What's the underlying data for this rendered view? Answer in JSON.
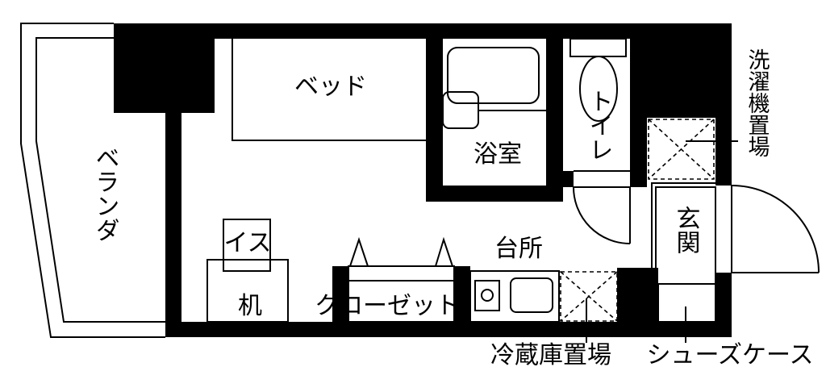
{
  "title": "Floor plan",
  "rooms": {
    "balcony": "ベランダ",
    "bed": "ベッド",
    "chair": "イス",
    "desk": "机",
    "closet": "クローゼット",
    "bathroom": "浴室",
    "toilet": "トイレ",
    "kitchen": "台所",
    "washer_space": "洗濯機置場",
    "entrance": "玄関",
    "fridge_space": "冷蔵庫置場",
    "shoe_case": "シューズケース"
  }
}
